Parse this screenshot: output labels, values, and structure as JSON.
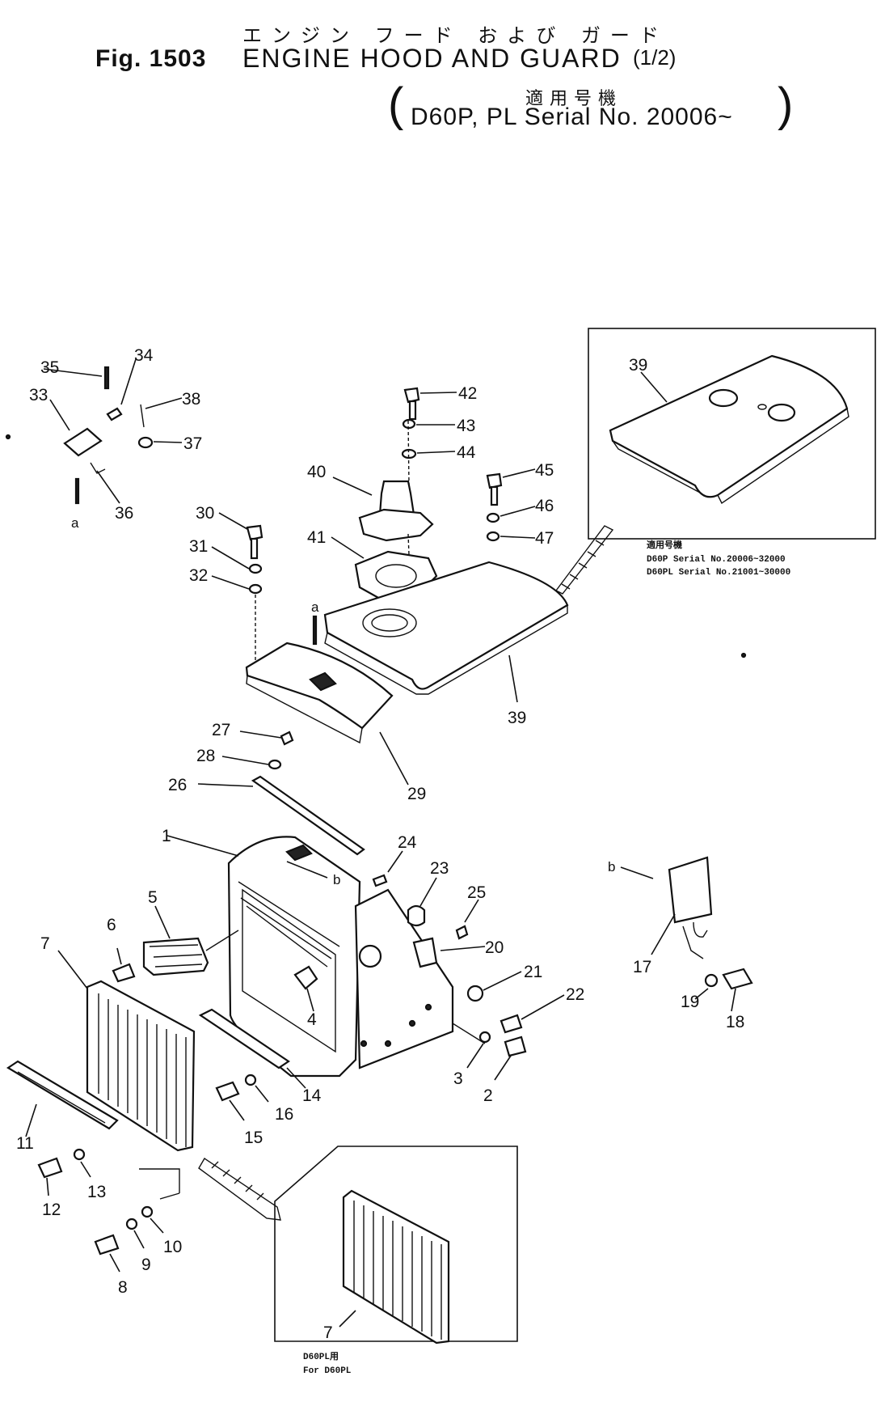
{
  "header": {
    "jp_title": "エンジン フード および ガード",
    "fig_number": "Fig. 1503",
    "title": "ENGINE HOOD AND GUARD",
    "fraction": "(1/2)",
    "jp_serial_label": "適用号機",
    "serial": "D60P, PL Serial No. 20006~"
  },
  "inset_top": {
    "part": "39",
    "note_jp": "適用号機",
    "note_line1": "D60P  Serial No.20006~32000",
    "note_line2": "D60PL Serial No.21001~30000"
  },
  "inset_bottom": {
    "part": "7",
    "note_jp": "D60PL用",
    "note_line1": "For D60PL"
  },
  "callouts": {
    "c1": "1",
    "c2": "2",
    "c3": "3",
    "c4": "4",
    "c5": "5",
    "c6": "6",
    "c7": "7",
    "c8": "8",
    "c9": "9",
    "c10": "10",
    "c11": "11",
    "c12": "12",
    "c13": "13",
    "c14": "14",
    "c15": "15",
    "c16": "16",
    "c17": "17",
    "c18": "18",
    "c19": "19",
    "c20": "20",
    "c21": "21",
    "c22": "22",
    "c23": "23",
    "c24": "24",
    "c25": "25",
    "c26": "26",
    "c27": "27",
    "c28": "28",
    "c29": "29",
    "c30": "30",
    "c31": "31",
    "c32": "32",
    "c33": "33",
    "c34": "34",
    "c35": "35",
    "c36": "36",
    "c37": "37",
    "c38": "38",
    "c39": "39",
    "c40": "40",
    "c41": "41",
    "c42": "42",
    "c43": "43",
    "c44": "44",
    "c45": "45",
    "c46": "46",
    "c47": "47",
    "ref_a_top": "a",
    "ref_a": "a",
    "ref_b": "b",
    "ref_b_right": "b"
  }
}
